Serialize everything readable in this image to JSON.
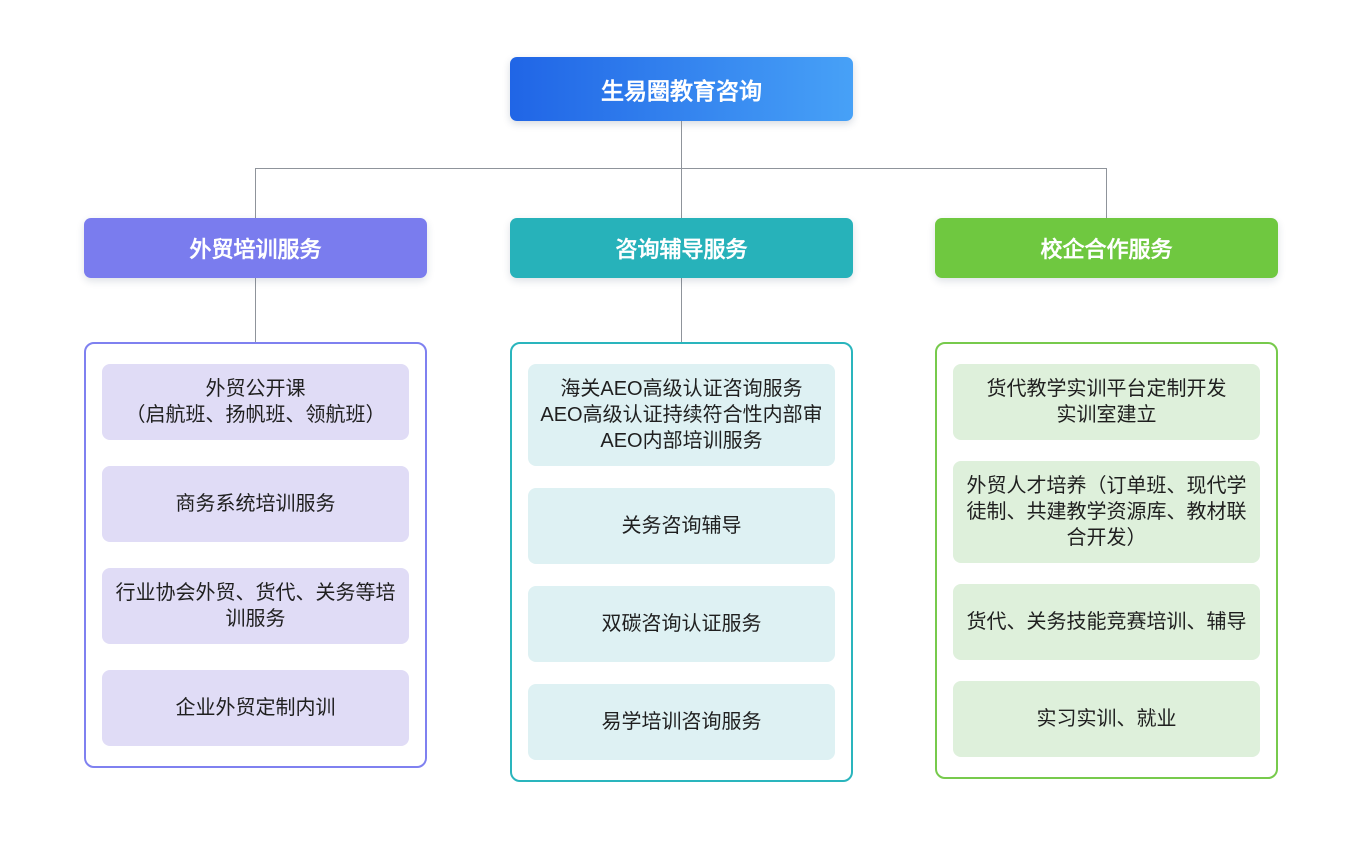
{
  "diagram": {
    "root": {
      "label": "生易圈教育咨询"
    },
    "colors": {
      "root_gradient_start": "#2065e6",
      "root_gradient_end": "#47a1f7",
      "connector": "#8f949b",
      "branch_purple": "#7a7cee",
      "branch_teal": "#27b2ba",
      "branch_green": "#6fc840",
      "item_bg_purple": "#e0dcf6",
      "item_bg_teal": "#def1f3",
      "item_bg_green": "#def0db",
      "text": "#1f1f1f"
    },
    "branches": [
      {
        "label": "外贸培训服务",
        "color": "#7a7cee",
        "items": [
          "外贸公开课\n（启航班、扬帆班、领航班）",
          "商务系统培训服务",
          "行业协会外贸、货代、关务等培训服务",
          "企业外贸定制内训"
        ]
      },
      {
        "label": "咨询辅导服务",
        "color": "#27b2ba",
        "items": [
          "海关AEO高级认证咨询服务\nAEO高级认证持续符合性内部审\nAEO内部培训服务",
          "关务咨询辅导",
          "双碳咨询认证服务",
          "易学培训咨询服务"
        ]
      },
      {
        "label": "校企合作服务",
        "color": "#6fc840",
        "items": [
          "货代教学实训平台定制开发\n实训室建立",
          "外贸人才培养（订单班、现代学徒制、共建教学资源库、教材联合开发）",
          "货代、关务技能竞赛培训、辅导",
          "实习实训、就业"
        ]
      }
    ]
  }
}
